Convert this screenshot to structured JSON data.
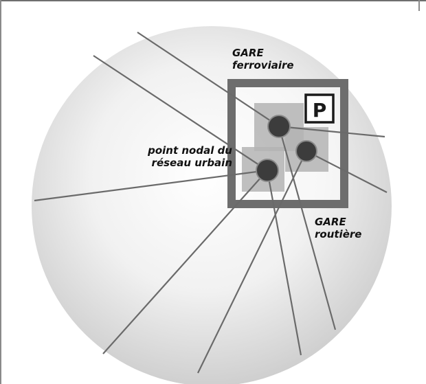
{
  "labels": {
    "railway_station": {
      "line1": "GARE",
      "line2": "ferroviaire"
    },
    "bus_station": {
      "line1": "GARE",
      "line2": "routière"
    },
    "urban_node": {
      "line1": "point nodal du",
      "line2": "réseau urbain"
    },
    "parking": "P"
  }
}
